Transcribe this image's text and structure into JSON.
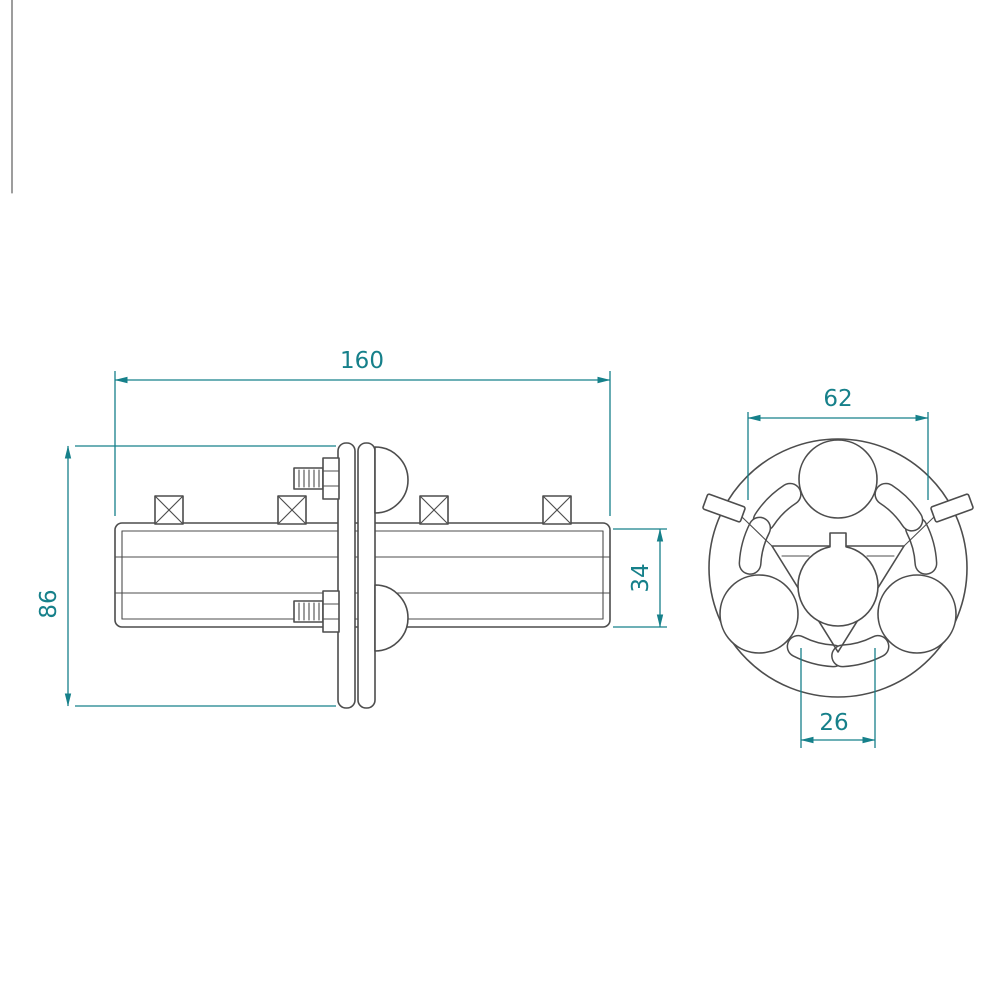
{
  "colors": {
    "line": "#4d4d4d",
    "dim": "#16808a"
  },
  "dimensions": {
    "overall_length": "160",
    "overall_height": "86",
    "tube_height": "34",
    "flange_width": "62",
    "hub_width": "26"
  }
}
